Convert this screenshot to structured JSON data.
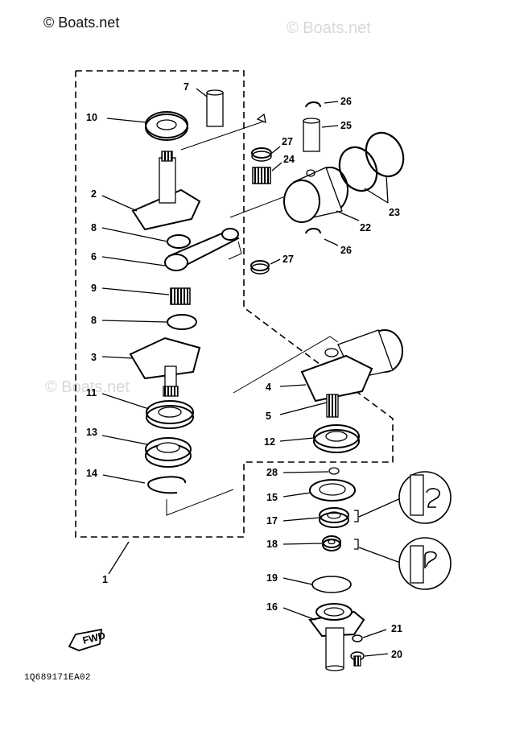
{
  "watermarks": {
    "main": "© Boats.net",
    "faint_top": "© Boats.net",
    "faint_left": "© Boats.net"
  },
  "drawing_code": "1Q689171EA02",
  "fwd_label": "FWD",
  "callouts": [
    {
      "id": "c7",
      "num": "7"
    },
    {
      "id": "c10",
      "num": "10"
    },
    {
      "id": "c2",
      "num": "2"
    },
    {
      "id": "c8a",
      "num": "8"
    },
    {
      "id": "c6",
      "num": "6"
    },
    {
      "id": "c9",
      "num": "9"
    },
    {
      "id": "c8b",
      "num": "8"
    },
    {
      "id": "c3",
      "num": "3"
    },
    {
      "id": "c11",
      "num": "11"
    },
    {
      "id": "c13",
      "num": "13"
    },
    {
      "id": "c14",
      "num": "14"
    },
    {
      "id": "c1",
      "num": "1"
    },
    {
      "id": "c26a",
      "num": "26"
    },
    {
      "id": "c25",
      "num": "25"
    },
    {
      "id": "c27a",
      "num": "27"
    },
    {
      "id": "c24",
      "num": "24"
    },
    {
      "id": "c22",
      "num": "22"
    },
    {
      "id": "c23",
      "num": "23"
    },
    {
      "id": "c26b",
      "num": "26"
    },
    {
      "id": "c27b",
      "num": "27"
    },
    {
      "id": "c4",
      "num": "4"
    },
    {
      "id": "c5",
      "num": "5"
    },
    {
      "id": "c12",
      "num": "12"
    },
    {
      "id": "c28",
      "num": "28"
    },
    {
      "id": "c15",
      "num": "15"
    },
    {
      "id": "c17",
      "num": "17"
    },
    {
      "id": "c18",
      "num": "18"
    },
    {
      "id": "c19",
      "num": "19"
    },
    {
      "id": "c16",
      "num": "16"
    },
    {
      "id": "c21",
      "num": "21"
    },
    {
      "id": "c20",
      "num": "20"
    }
  ]
}
